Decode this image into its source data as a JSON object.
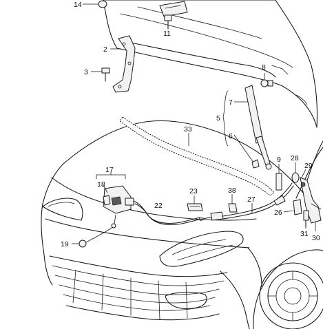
{
  "callouts": {
    "c14": "14",
    "c11": "11",
    "c2": "2",
    "c3": "3",
    "c8": "8",
    "c7": "7",
    "c5": "5",
    "c6": "6",
    "c33": "33",
    "c9": "9",
    "c28": "28",
    "c29": "29",
    "c17": "17",
    "c18": "18",
    "c23": "23",
    "c38": "38",
    "c22": "22",
    "c27": "27",
    "c26": "26",
    "c31": "31",
    "c30": "30",
    "c19": "19"
  },
  "colors": {
    "line": "#1a1a1a",
    "background": "#ffffff"
  }
}
